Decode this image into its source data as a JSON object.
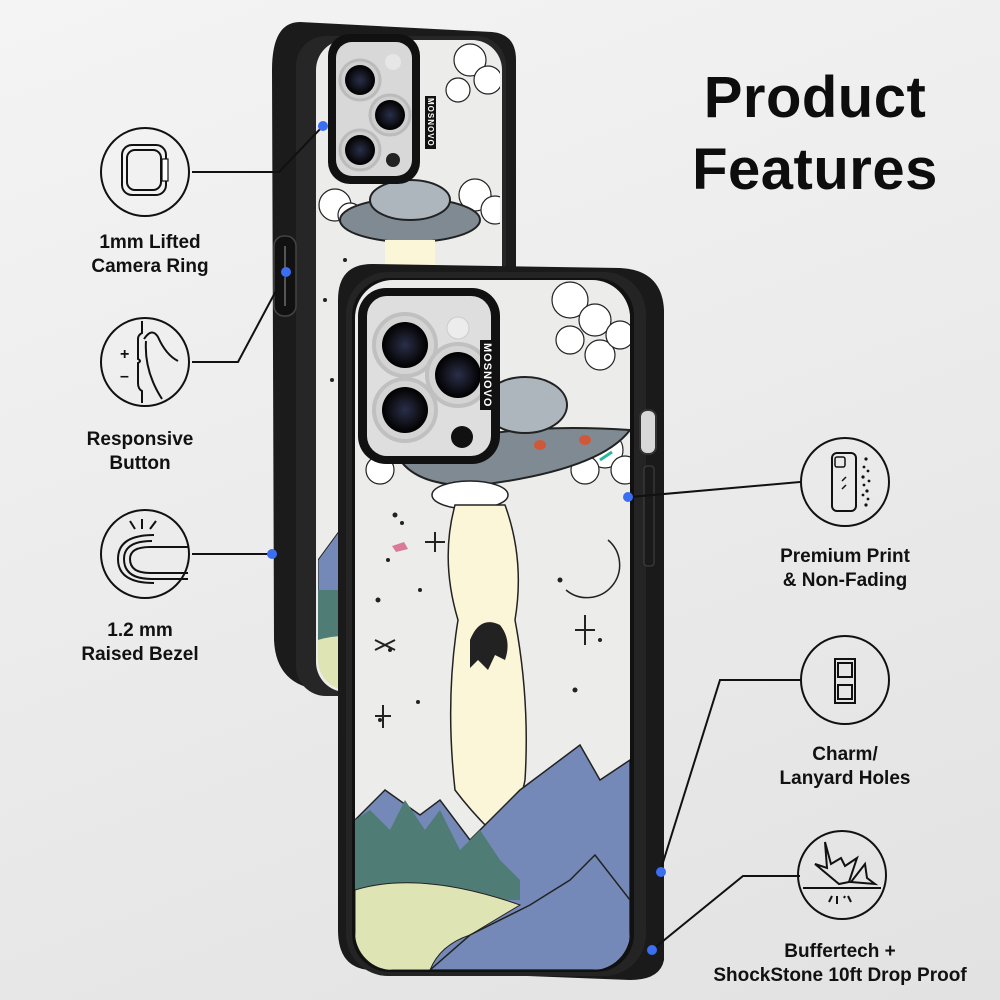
{
  "title": {
    "line1": "Product",
    "line2": "Features"
  },
  "brand": {
    "case_logo_text": "MOSNOVO",
    "callout_dot_color": "#3b6ef0",
    "line_color": "#111111"
  },
  "features": [
    {
      "id": "camera-ring",
      "line1": "1mm Lifted",
      "line2": "Camera Ring",
      "icon": "camera-ring-icon",
      "side": "left"
    },
    {
      "id": "responsive-button",
      "line1": "Responsive",
      "line2": "Button",
      "icon": "side-button-icon",
      "side": "left",
      "icon_plus": "+",
      "icon_minus": "–"
    },
    {
      "id": "raised-bezel",
      "line1": "1.2 mm",
      "line2": "Raised Bezel",
      "icon": "bezel-edge-icon",
      "side": "left"
    },
    {
      "id": "premium-print",
      "line1": "Premium Print",
      "line2": "& Non-Fading",
      "icon": "phone-print-icon",
      "side": "right"
    },
    {
      "id": "lanyard-holes",
      "line1": "Charm/",
      "line2": "Lanyard Holes",
      "icon": "lanyard-hole-icon",
      "side": "right"
    },
    {
      "id": "drop-proof",
      "line1": "Buffertech +",
      "line2": "ShockStone 10ft Drop Proof",
      "icon": "impact-icon",
      "side": "right"
    }
  ],
  "colors": {
    "case_black": "#1a1a1a",
    "print_background": "#ececea",
    "mountain_blue": "#7589b8",
    "forest_green": "#4f7c74",
    "meadow_yellow": "#dfe4b4",
    "beam_cream": "#fbf6d8",
    "moon_orange": "#f3a32a",
    "ufo_gray": "#7f8a93"
  }
}
